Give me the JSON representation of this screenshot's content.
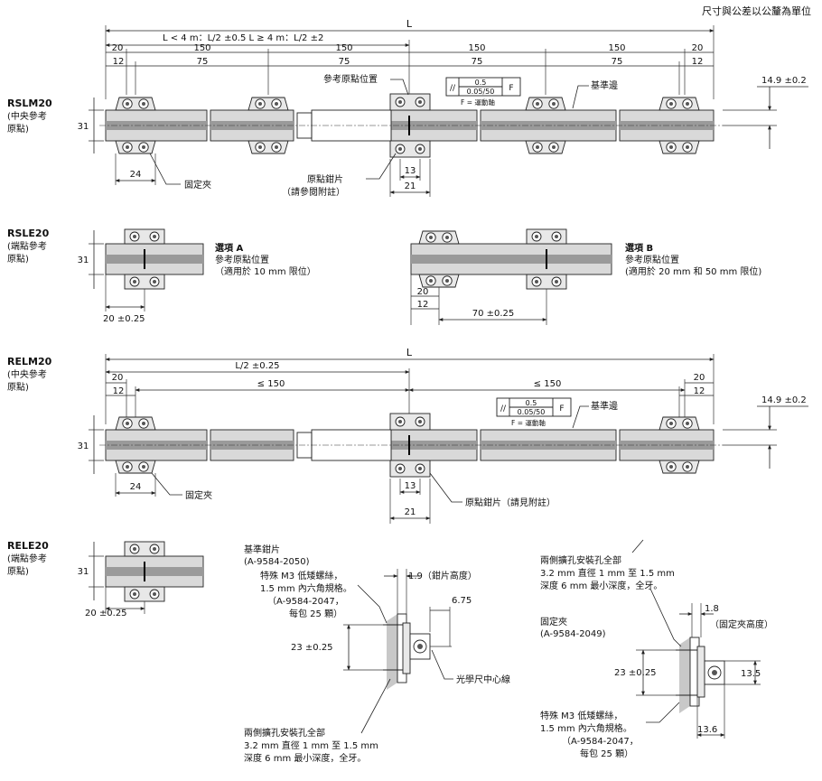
{
  "header": {
    "units_note": "尺寸與公差以公釐為單位"
  },
  "rslm20": {
    "name": "RSLM20",
    "subtitle": [
      "(中央參考",
      "原點)"
    ],
    "overall": "L",
    "span_rule": "L < 4 m：L/2 ±0.5    L ≥ 4 m：L/2 ±2",
    "pitch_outer": [
      "20",
      "150",
      "150",
      "150",
      "150",
      "20"
    ],
    "pitch_inner": [
      "12",
      "75",
      "75",
      "75",
      "75",
      "12"
    ],
    "height": "31",
    "offset": "14.9 ±0.2",
    "clamp_width": "24",
    "ref_width_a": "13",
    "ref_width_b": "21",
    "ref_origin_position": "參考原點位置",
    "datum_edge": "基準邊",
    "fixed_clamp": "固定夾",
    "origin_clip": "原點鉗片",
    "origin_clip_note": "（請參閱附註）",
    "tolerance_frame": {
      "symbol": "//",
      "value": "0.5",
      "value2": "0.05/50",
      "datum": "F",
      "caption": "F = 運動軸"
    }
  },
  "rsle20": {
    "name": "RSLE20",
    "subtitle": [
      "(端點參考",
      "原點)"
    ],
    "height": "31",
    "bottom_dim": "20 ±0.25",
    "option_a": [
      "選項 A",
      "參考原點位置",
      "（適用於 10 mm 限位）"
    ],
    "option_b": [
      "選項 B",
      "參考原點位置",
      "(適用於 20 mm 和 50 mm 限位)"
    ],
    "dim_b1": "20",
    "dim_b2": "12",
    "dim_b3": "70 ±0.25"
  },
  "relm20": {
    "name": "RELM20",
    "subtitle": [
      "(中央參考",
      "原點)"
    ],
    "overall": "L",
    "half": "L/2 ±0.25",
    "pitch_outer": [
      "20",
      "20"
    ],
    "pitch_inner": [
      "12",
      "12"
    ],
    "pitch_max": [
      "≤ 150",
      "≤ 150"
    ],
    "height": "31",
    "offset": "14.9 ±0.2",
    "clamp_width": "24",
    "ref_width_a": "13",
    "ref_width_b": "21",
    "datum_edge": "基準邊",
    "fixed_clamp": "固定夾",
    "origin_clip": "原點鉗片（請見附註）",
    "tolerance_frame": {
      "symbol": "//",
      "value": "0.5",
      "value2": "0.05/50",
      "datum": "F",
      "caption": "F = 運動軸"
    }
  },
  "rele20": {
    "name": "RELE20",
    "subtitle": [
      "(端點參考",
      "原點)"
    ],
    "height": "31",
    "bottom_dim": "20 ±0.25"
  },
  "ref_clip_detail": {
    "title": "基準鉗片",
    "part": "(A-9584-2050)",
    "screw_note": [
      "特殊 M3 低矮螺絲，",
      "1.5 mm 內六角規格。",
      "（A-9584-2047，",
      "每包 25 顆）"
    ],
    "clip_height": "1.9（鉗片高度）",
    "dim_675": "6.75",
    "dim_23": "23 ±0.25",
    "center_line": "光學尺中心線",
    "holes_note": [
      "兩側擴孔安裝孔全部",
      "3.2 mm 直徑 1 mm 至 1.5 mm",
      "深度 6 mm 最小深度，全牙。"
    ]
  },
  "fixed_clamp_detail": {
    "holes_note": [
      "兩側擴孔安裝孔全部",
      "3.2 mm 直徑 1 mm 至 1.5 mm",
      "深度 6 mm 最小深度，全牙。"
    ],
    "clamp_height": "1.8",
    "clamp_height_label": "（固定夾高度）",
    "title": "固定夾",
    "part": "(A-9584-2049)",
    "dim_23": "23 ±0.25",
    "dim_135": "13.5",
    "dim_136": "13.6",
    "screw_note": [
      "特殊 M3 低矮螺絲，",
      "1.5 mm 內六角規格。",
      "（A-9584-2047，",
      "每包 25 顆）"
    ]
  }
}
